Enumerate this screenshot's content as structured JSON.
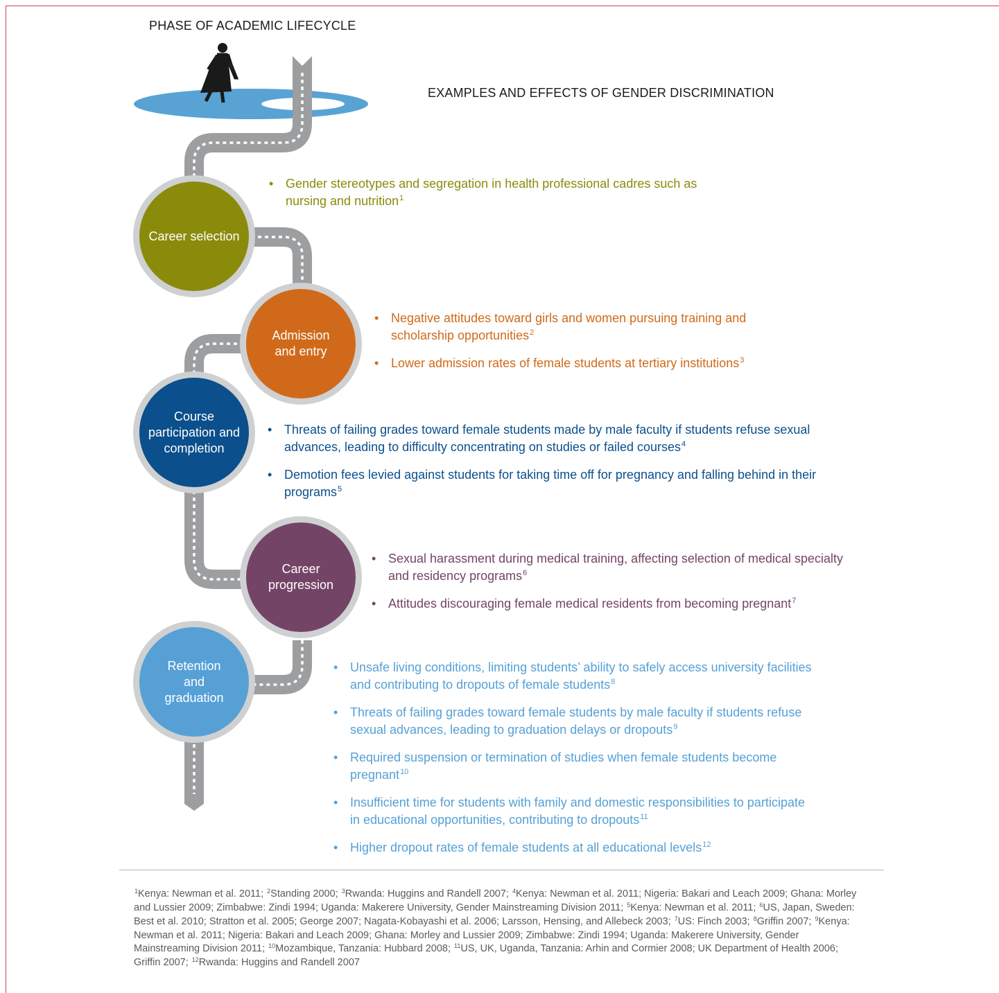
{
  "header_phase": "PHASE OF ACADEMIC LIFECYCLE",
  "header_examples": "EXAMPLES AND EFFECTS OF GENDER DISCRIMINATION",
  "colors": {
    "career_selection": "#8a8b0b",
    "admission": "#d06a1a",
    "course": "#0b4f8c",
    "progression": "#744466",
    "retention": "#56a0d6",
    "road": "#9c9ea0",
    "pond": "#59a2d4"
  },
  "icons": [
    "walking-woman-icon",
    "road-icon"
  ],
  "stages": [
    {
      "label": "Career selection",
      "items": [
        {
          "text": "Gender stereotypes and segregation in health professional cadres such as nursing and nutrition",
          "ref": "1"
        }
      ]
    },
    {
      "label": "Admission and entry",
      "items": [
        {
          "text": "Negative attitudes toward girls and women pursuing training and scholarship opportunities",
          "ref": "2"
        },
        {
          "text": "Lower admission rates of female students at tertiary institutions",
          "ref": "3"
        }
      ]
    },
    {
      "label": "Course participation and completion",
      "items": [
        {
          "text": "Threats of failing grades toward female students made by male faculty if students refuse sexual advances, leading to difficulty concentrating on studies or failed courses",
          "ref": "4"
        },
        {
          "text": "Demotion fees levied against students for taking time off for pregnancy and falling behind in their programs",
          "ref": "5"
        }
      ]
    },
    {
      "label": "Career progression",
      "items": [
        {
          "text": "Sexual harassment during medical training, affecting selection of medical specialty and residency programs",
          "ref": "6"
        },
        {
          "text": "Attitudes discouraging female medical residents from becoming pregnant",
          "ref": "7"
        }
      ]
    },
    {
      "label": "Retention and graduation",
      "items": [
        {
          "text": "Unsafe living conditions, limiting students’ ability to safely access university facilities and contributing to dropouts of female students",
          "ref": "8"
        },
        {
          "text": "Threats of failing grades toward female students by male faculty if students refuse sexual advances, leading to graduation delays or dropouts",
          "ref": "9"
        },
        {
          "text": "Required suspension or termination of studies when female students become pregnant",
          "ref": "10"
        },
        {
          "text": "Insufficient time for students with family and domestic responsibilities to participate in educational opportunities, contributing to dropouts",
          "ref": "11"
        },
        {
          "text": "Higher dropout rates of female students at all educational levels",
          "ref": "12"
        }
      ]
    }
  ],
  "references": [
    {
      "n": "1",
      "text": "Kenya: Newman et al. 2011; "
    },
    {
      "n": "2",
      "text": "Standing 2000; "
    },
    {
      "n": "3",
      "text": "Rwanda: Huggins and Randell 2007; "
    },
    {
      "n": "4",
      "text": "Kenya: Newman et al. 2011; Nigeria: Bakari and Leach 2009; Ghana: Morley and Lussier 2009; Zimbabwe: Zindi 1994; Uganda: Makerere University, Gender Mainstreaming Division 2011; "
    },
    {
      "n": "5",
      "text": "Kenya: Newman et al. 2011; "
    },
    {
      "n": "6",
      "text": "US, Japan, Sweden: Best et al. 2010; Stratton et al. 2005; George 2007; Nagata-Kobayashi et al. 2006; Larsson, Hensing, and Allebeck 2003; "
    },
    {
      "n": "7",
      "text": "US: Finch 2003; "
    },
    {
      "n": "8",
      "text": "Griffin 2007; "
    },
    {
      "n": "9",
      "text": "Kenya: Newman et al. 2011; Nigeria: Bakari and Leach 2009; Ghana: Morley and Lussier 2009; Zimbabwe: Zindi 1994; Uganda: Makerere University, Gender Mainstreaming Division 2011; "
    },
    {
      "n": "10",
      "text": "Mozambique, Tanzania: Hubbard 2008; "
    },
    {
      "n": "11",
      "text": "US, UK, Uganda, Tanzania: Arhin and Cormier 2008; UK Department of Health 2006; Griffin 2007; "
    },
    {
      "n": "12",
      "text": "Rwanda: Huggins and Randell 2007"
    }
  ]
}
